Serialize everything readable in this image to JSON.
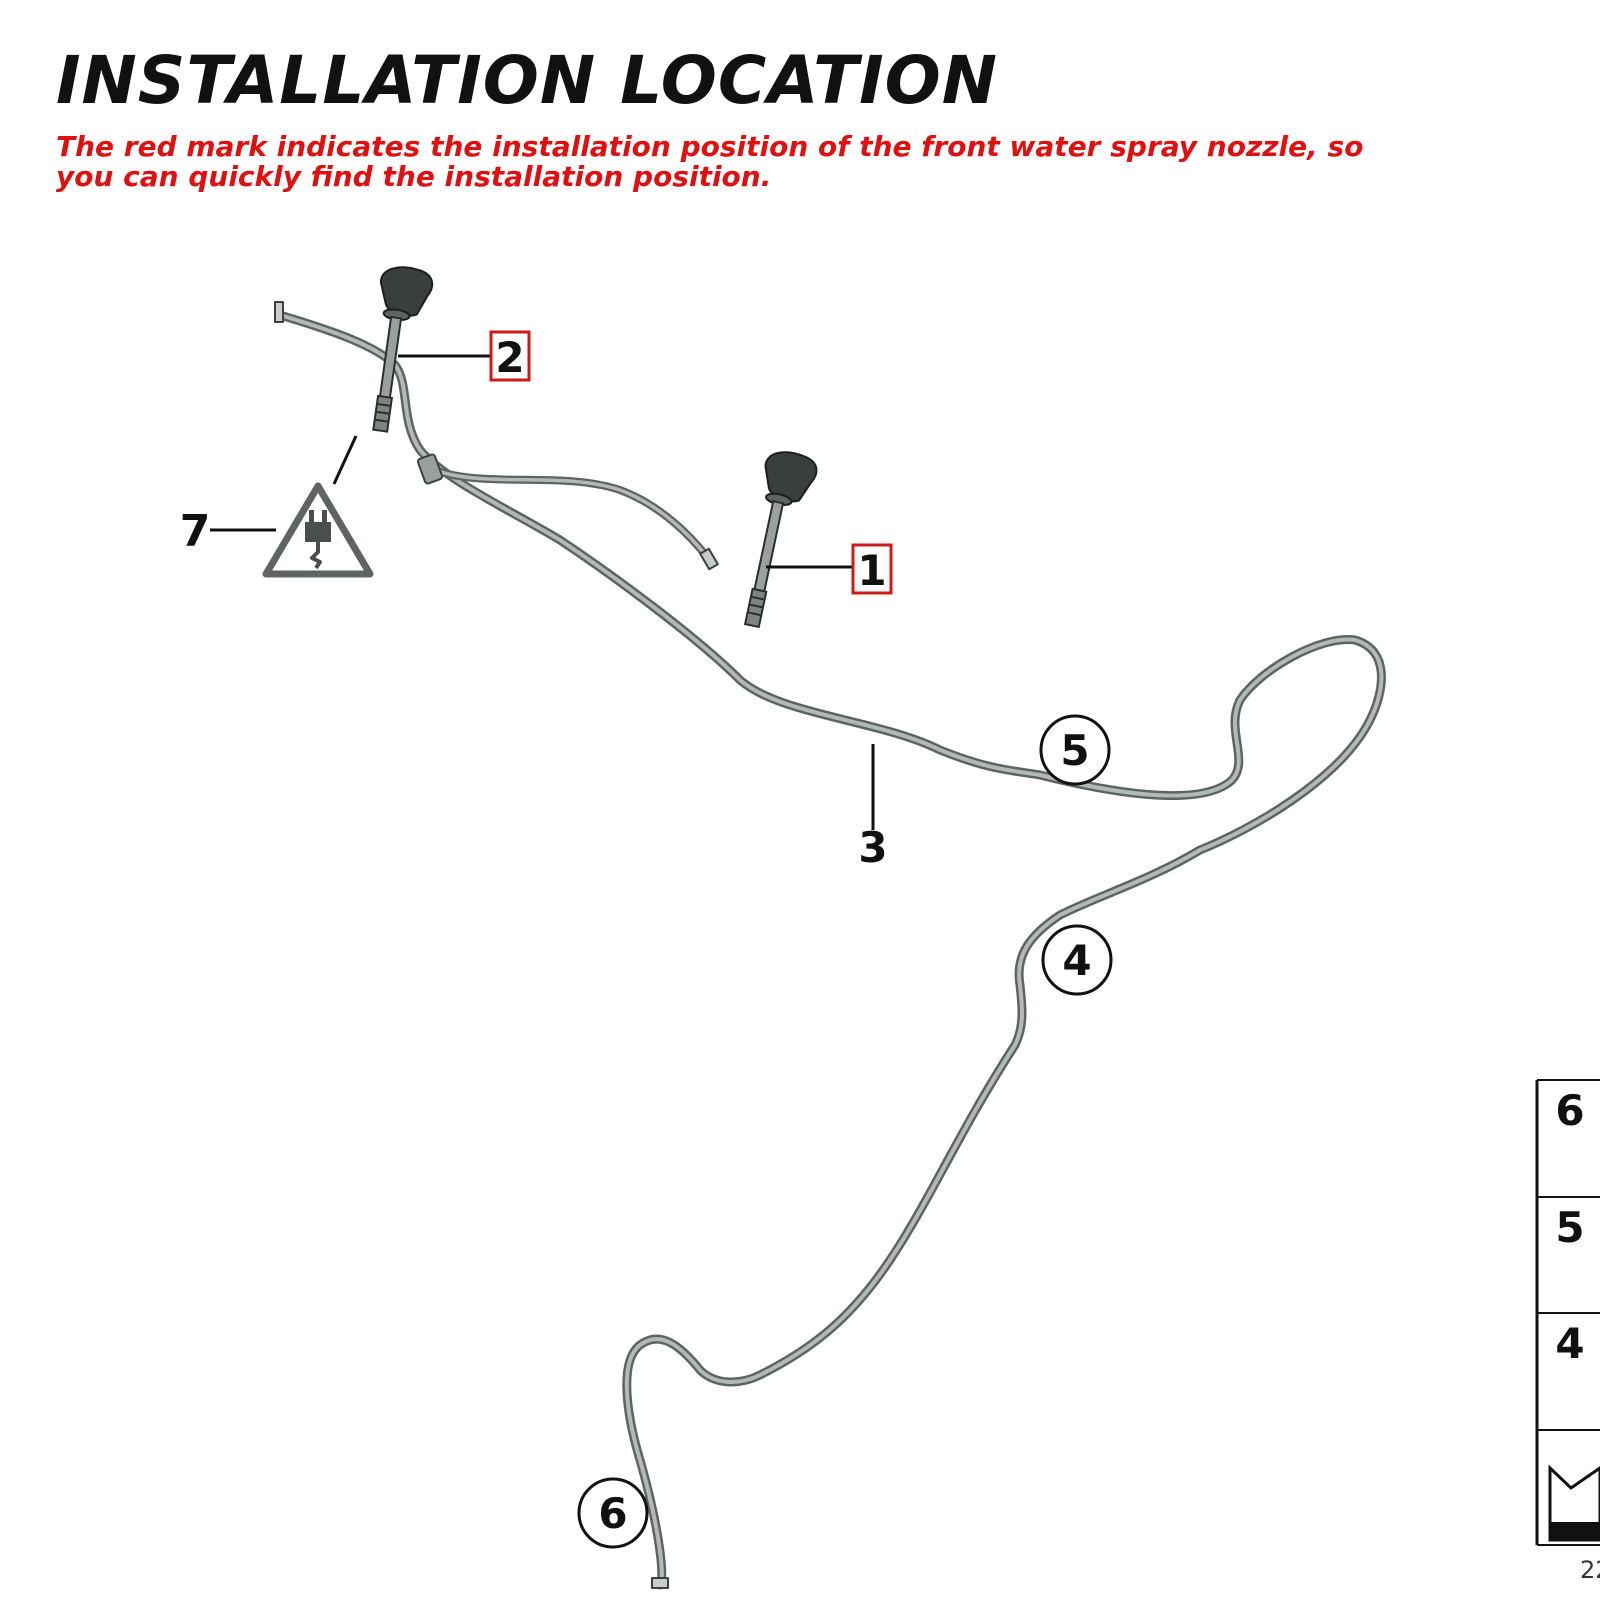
{
  "header": {
    "title": "INSTALLATION LOCATION",
    "subtitle": "The red mark indicates the installation position of the front water spray nozzle, so you can quickly find the installation position."
  },
  "callouts": [
    {
      "id": "1",
      "highlighted": true
    },
    {
      "id": "2",
      "highlighted": true
    },
    {
      "id": "3",
      "highlighted": false
    },
    {
      "id": "4",
      "highlighted": false
    },
    {
      "id": "5",
      "highlighted": false
    },
    {
      "id": "6",
      "highlighted": false
    },
    {
      "id": "7",
      "highlighted": false
    }
  ],
  "side_panel": {
    "numbers": [
      "6",
      "5",
      "4"
    ],
    "footer_fragment": "22"
  },
  "colors": {
    "title": "#111111",
    "subtitle": "#e01010",
    "highlight_box": "#d01818",
    "hose": "#8a918c",
    "ink": "#111111"
  },
  "icons": {
    "warning": "electrical-plug-warning-icon"
  }
}
